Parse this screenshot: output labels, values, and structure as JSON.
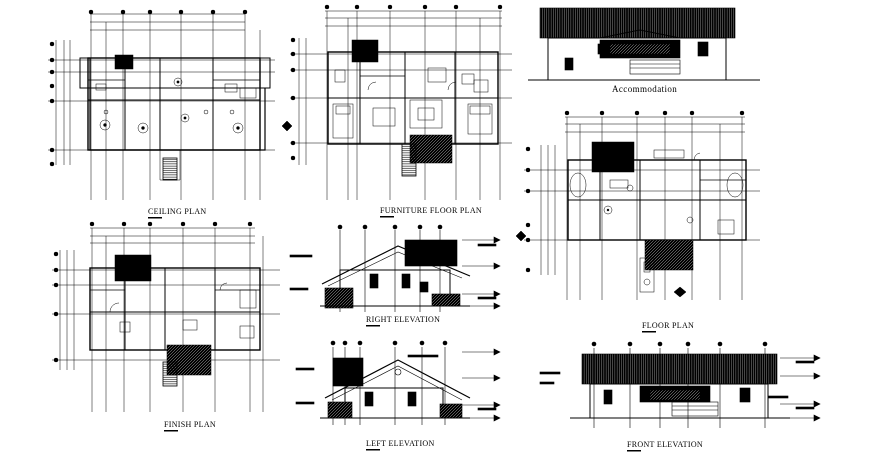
{
  "sheet": {
    "background": "#ffffff",
    "ink": "#000000"
  },
  "captions": {
    "ceiling_plan": "CEILING PLAN",
    "furniture_floor_plan": "FURNITURE FLOOR PLAN",
    "accommodation": "Accommodation",
    "floor_plan": "FLOOR PLAN",
    "finish_plan": "FINISH  PLAN",
    "right_elevation": "RIGHT ELEVATION",
    "left_elevation": "LEFT ELEVATION",
    "front_elevation": "FRONT ELEVATION"
  }
}
